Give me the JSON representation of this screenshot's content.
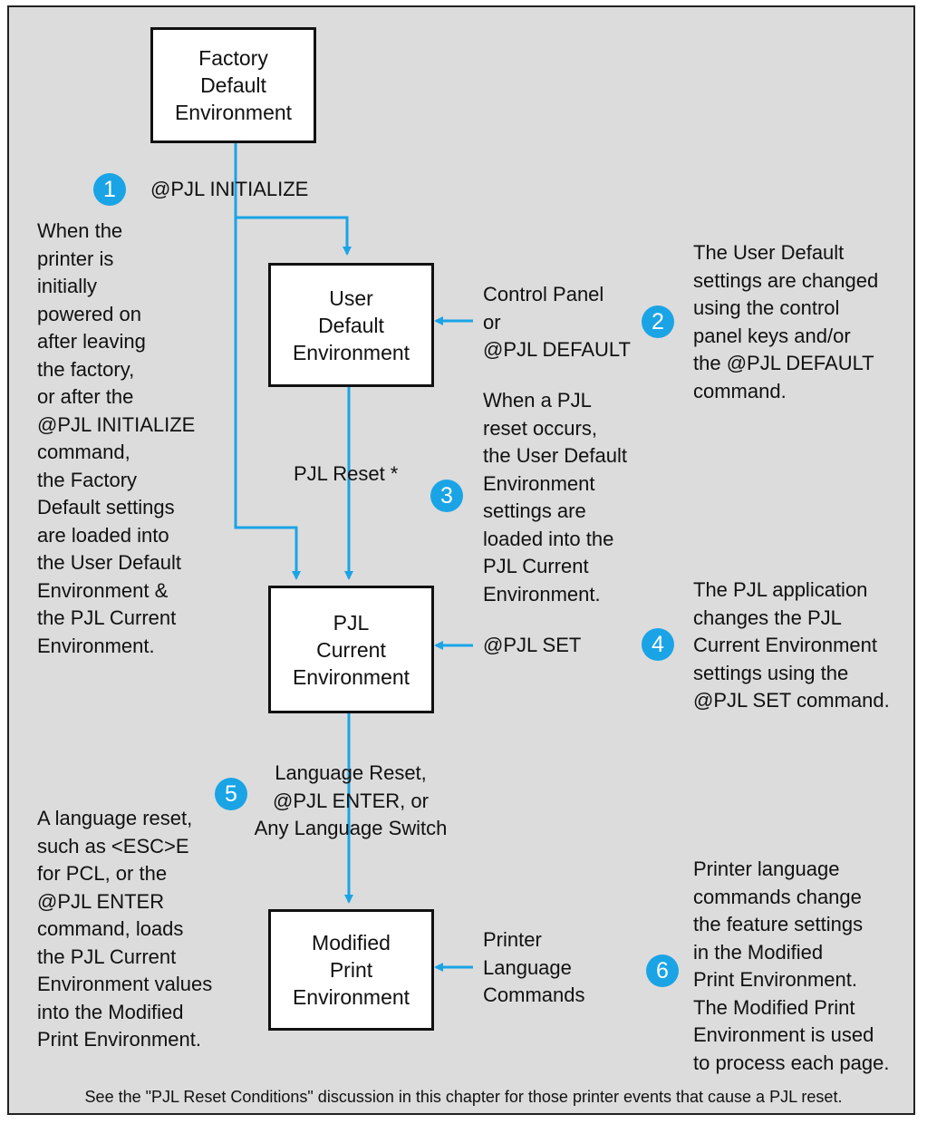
{
  "colors": {
    "background": "#dcdcdc",
    "accent": "#1aa4e6",
    "box_fill": "#ffffff",
    "border": "#111111"
  },
  "boxes": {
    "factory": "Factory\nDefault\nEnvironment",
    "user": "User\nDefault\nEnvironment",
    "current": "PJL\nCurrent\nEnvironment",
    "modified": "Modified\nPrint\nEnvironment"
  },
  "badges": [
    "1",
    "2",
    "3",
    "4",
    "5",
    "6"
  ],
  "labels": {
    "initialize": "@PJL INITIALIZE",
    "control_panel": "Control Panel\nor\n@PJL DEFAULT",
    "pjl_reset": "PJL Reset *",
    "pjl_set": "@PJL SET",
    "language_reset": "Language Reset,\n@PJL ENTER, or\nAny Language Switch",
    "printer_language": "Printer\nLanguage\nCommands"
  },
  "notes": {
    "factory_note": "When the\nprinter is\ninitially\npowered on\nafter leaving\nthe factory,\nor after the\n@PJL INITIALIZE\ncommand,\nthe Factory\nDefault settings\nare loaded into\nthe User Default\nEnvironment &\nthe PJL Current\nEnvironment.",
    "user_default_note": "The User Default\nsettings are changed\nusing the control\npanel keys and/or\nthe @PJL DEFAULT\ncommand.",
    "reset_note": "When a PJL\nreset occurs,\nthe User Default\nEnvironment\nsettings are\nloaded into the\nPJL Current\nEnvironment.",
    "application_note": "The PJL application\nchanges the PJL\nCurrent Environment\nsettings using the\n@PJL SET command.",
    "language_note": "A language reset,\nsuch as <ESC>E\nfor PCL, or the\n@PJL ENTER\ncommand, loads\nthe PJL Current\nEnvironment values\ninto the Modified\nPrint Environment.",
    "printer_note": "Printer language\ncommands change\nthe feature settings\nin the Modified\nPrint Environment.\nThe Modified Print\nEnvironment is used\nto process each page."
  },
  "footer": "See the \"PJL Reset Conditions\" discussion in this chapter for those printer events that cause a PJL reset."
}
